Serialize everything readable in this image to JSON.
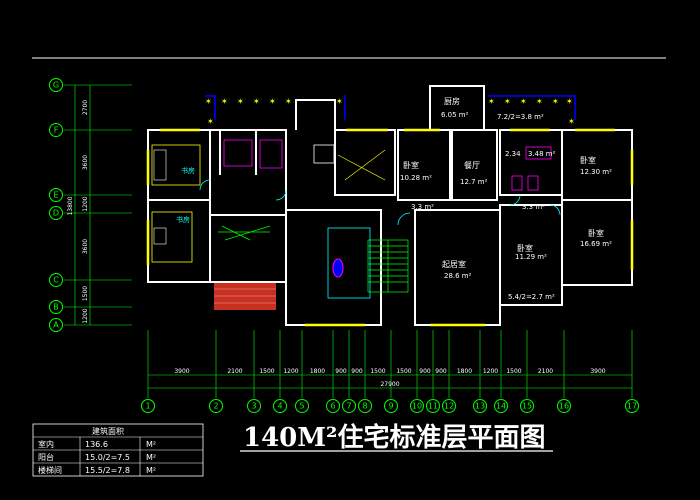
{
  "title": "140M²住宅标准层平面图",
  "colors": {
    "wall": "#ffffff",
    "axis": "#00ff00",
    "window": "#ffff00",
    "door": "#00ffff",
    "furniture": "#ff00ff",
    "text": "#ffffff",
    "brick": "#ff3030",
    "frame": "#ffffff"
  },
  "rooms": [
    {
      "name": "厨房",
      "area": "6.05 m²"
    },
    {
      "name": "",
      "area": "7.2/2=3.8 m²"
    },
    {
      "name": "卧室",
      "area": "10.28 m²"
    },
    {
      "name": "餐厅",
      "area": "12.7 m²"
    },
    {
      "name": "",
      "area": "2.34"
    },
    {
      "name": "",
      "area": "3.48 m²"
    },
    {
      "name": "卧室",
      "area": "12.30 m²"
    },
    {
      "name": "",
      "area": "3.3 m²"
    },
    {
      "name": "",
      "area": "3.3 m²"
    },
    {
      "name": "起居室",
      "area": "28.6 m²"
    },
    {
      "name": "卧室",
      "area": "11.29 m²"
    },
    {
      "name": "卧室",
      "area": "16.69 m²"
    },
    {
      "name": "",
      "area": "5.4/2=2.7 m²"
    },
    {
      "name": "书房",
      "area": ""
    },
    {
      "name": "书房",
      "area": ""
    }
  ],
  "vertical_axes": [
    "G",
    "F",
    "E",
    "D",
    "C",
    "B",
    "A"
  ],
  "vertical_dims": [
    "2700",
    "3600",
    "1200",
    "3600",
    "1500",
    "1200"
  ],
  "vertical_total": "13800",
  "horizontal_axes": [
    "1",
    "2",
    "3",
    "4",
    "5",
    "6",
    "7",
    "8",
    "9",
    "10",
    "11",
    "12",
    "13",
    "14",
    "15",
    "16",
    "17"
  ],
  "horizontal_dims": [
    "3900",
    "2100",
    "1500",
    "1200",
    "1800",
    "900",
    "900",
    "1500",
    "1500",
    "900",
    "900",
    "1800",
    "1200",
    "1500",
    "2100",
    "3900"
  ],
  "horizontal_total": "27900",
  "area_table": {
    "header": "建筑面积",
    "rows": [
      {
        "label": "室内",
        "value": "136.6",
        "unit": "M²"
      },
      {
        "label": "阳台",
        "value": "15.0/2=7.5",
        "unit": "M²"
      },
      {
        "label": "楼梯间",
        "value": "15.5/2=7.8",
        "unit": "M²"
      }
    ]
  }
}
